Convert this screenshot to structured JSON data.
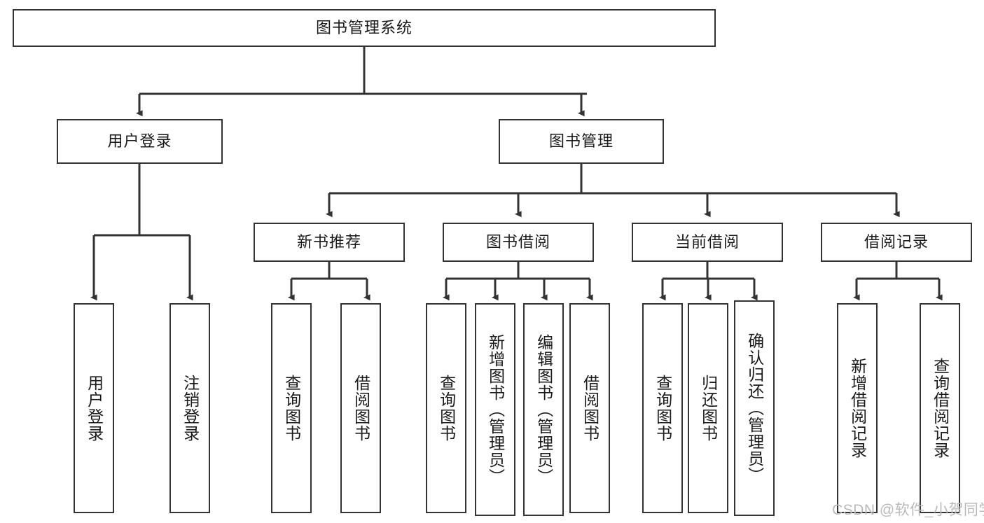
{
  "diagram": {
    "title": "图书管理系统",
    "type": "hierarchy-tree",
    "watermark": "CSDN @软件_小贺同学",
    "colors": {
      "box_border": "#333333",
      "box_fill": "#ffffff",
      "edge": "#333333",
      "text": "#1a1a1a",
      "watermark": "#b9b9b9"
    }
  },
  "nodes": {
    "root": {
      "label": "图书管理系统"
    },
    "level2": [
      {
        "id": "user-login",
        "label": "用户登录"
      },
      {
        "id": "book-manage",
        "label": "图书管理"
      }
    ],
    "level3": [
      {
        "id": "new-book-rec",
        "label": "新书推荐"
      },
      {
        "id": "book-borrow",
        "label": "图书借阅"
      },
      {
        "id": "current-borrow",
        "label": "当前借阅"
      },
      {
        "id": "borrow-record",
        "label": "借阅记录"
      }
    ],
    "leaves": [
      {
        "id": "leaf-user-login",
        "label": "用户登录",
        "parent": "user-login"
      },
      {
        "id": "leaf-user-logout",
        "label": "注销登录",
        "parent": "user-login"
      },
      {
        "id": "leaf-query-book-1",
        "label": "查询图书",
        "parent": "new-book-rec"
      },
      {
        "id": "leaf-borrow-book-1",
        "label": "借阅图书",
        "parent": "new-book-rec"
      },
      {
        "id": "leaf-query-book-2",
        "label": "查询图书",
        "parent": "book-borrow"
      },
      {
        "id": "leaf-add-book",
        "label": "新增图书（管理员）",
        "parent": "book-borrow"
      },
      {
        "id": "leaf-edit-book",
        "label": "编辑图书（管理员）",
        "parent": "book-borrow"
      },
      {
        "id": "leaf-borrow-book-2",
        "label": "借阅图书",
        "parent": "book-borrow"
      },
      {
        "id": "leaf-query-book-3",
        "label": "查询图书",
        "parent": "current-borrow"
      },
      {
        "id": "leaf-return-book",
        "label": "归还图书",
        "parent": "current-borrow"
      },
      {
        "id": "leaf-confirm-return",
        "label": "确认归还（管理员）",
        "parent": "current-borrow"
      },
      {
        "id": "leaf-add-record",
        "label": "新增借阅记录",
        "parent": "borrow-record"
      },
      {
        "id": "leaf-query-record",
        "label": "查询借阅记录",
        "parent": "borrow-record"
      }
    ]
  }
}
